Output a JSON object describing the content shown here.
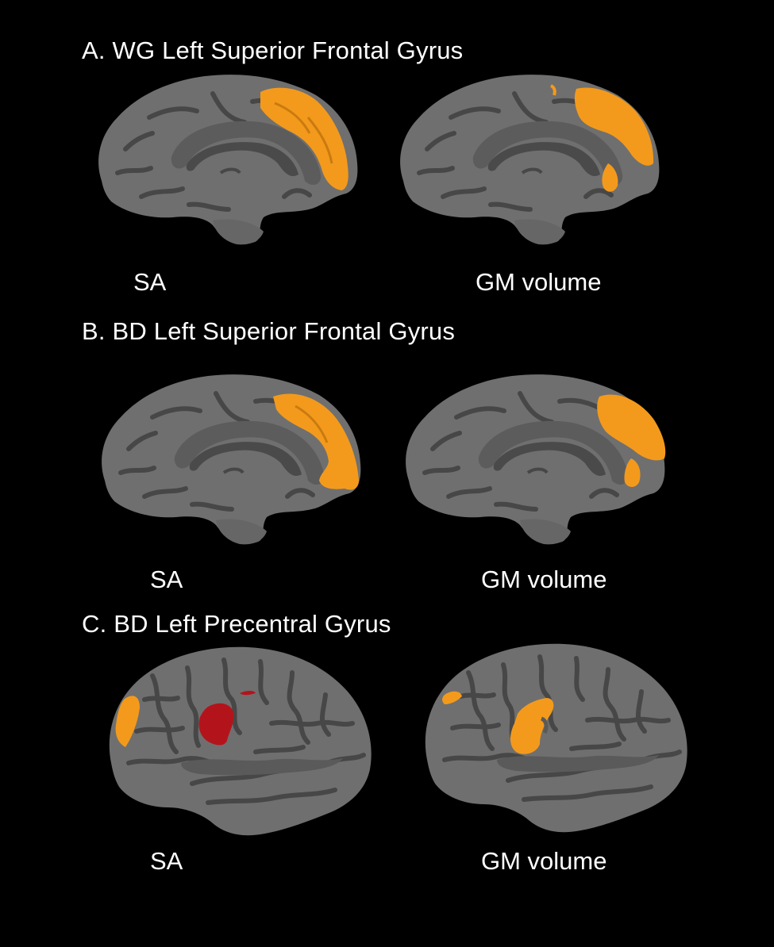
{
  "colors": {
    "background": "#000000",
    "cortex": "#6f6f6f",
    "sulcus": "#474747",
    "highlight_orange": "#f39a1c",
    "highlight_red": "#b3141b",
    "text": "#ffffff"
  },
  "panels": [
    {
      "title": "A. WG Left Superior Frontal Gyrus",
      "view": "medial",
      "left_label": "SA",
      "right_label": "GM volume"
    },
    {
      "title": "B. BD Left Superior Frontal Gyrus",
      "view": "medial",
      "left_label": "SA",
      "right_label": "GM volume"
    },
    {
      "title": "C. BD Left Precentral Gyrus",
      "view": "lateral",
      "left_label": "SA",
      "right_label": "GM volume"
    }
  ]
}
